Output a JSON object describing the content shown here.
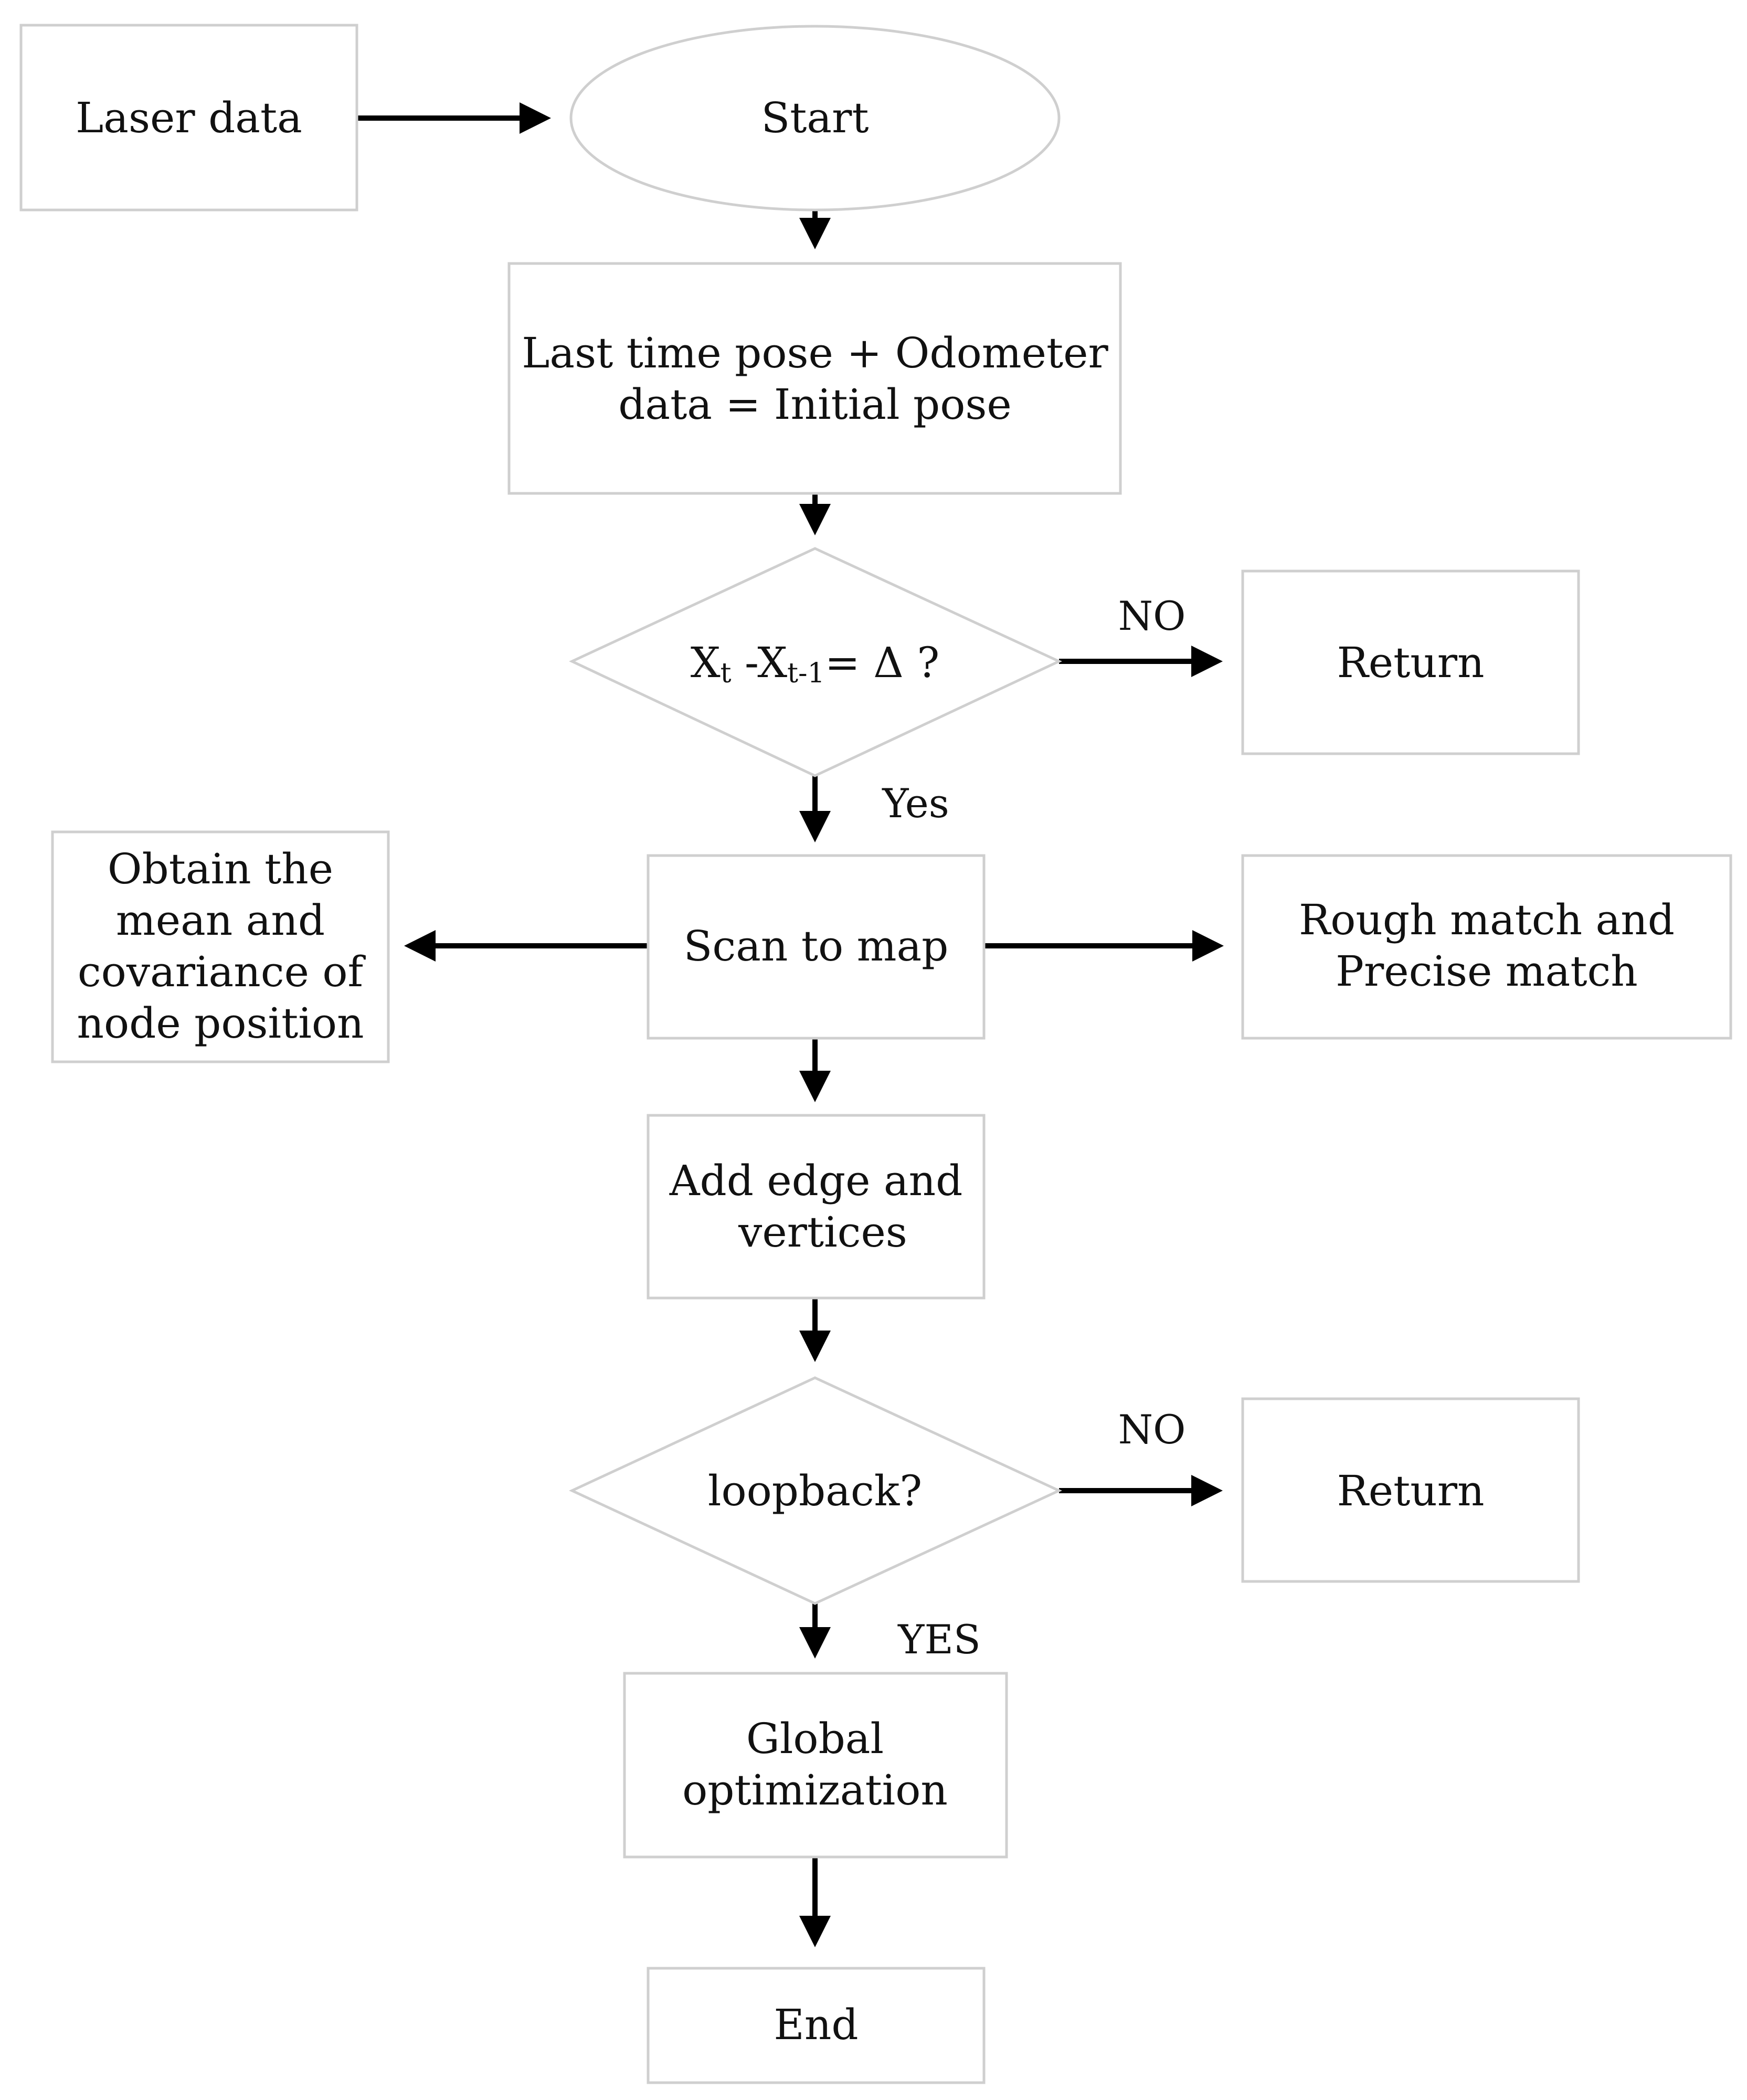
{
  "nodes": {
    "laser_data": "Laser data",
    "start": "Start",
    "initial_pose": [
      "Last time pose + Odometer",
      "data = Initial pose"
    ],
    "condition_delta": {
      "x": "X",
      "sub_t": "t",
      "dash_x": " -X",
      "sub_t1": "t-1",
      "tail": "= Δ ?"
    },
    "return_1": "Return",
    "obtain_mean": [
      "Obtain the",
      "mean and",
      "covariance of",
      "node position"
    ],
    "scan_to_map": "Scan to map",
    "rough_match": [
      "Rough match and",
      "Precise match"
    ],
    "add_edge": [
      "Add edge and",
      "vertices"
    ],
    "loopback": "loopback?",
    "return_2": "Return",
    "global_opt": [
      "Global",
      "optimization"
    ],
    "end": "End"
  },
  "edge_labels": {
    "no_1": "NO",
    "yes_1": "Yes",
    "no_2": "NO",
    "yes_2": "YES"
  },
  "colors": {
    "shape_border": "#cfcfcf",
    "arrow": "#000000",
    "text": "#111111"
  }
}
